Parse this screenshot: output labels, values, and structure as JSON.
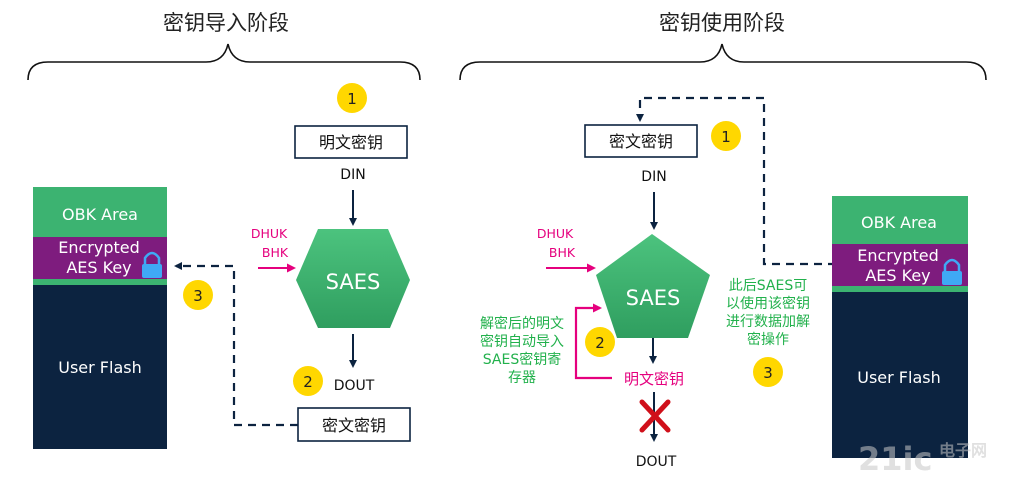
{
  "phases": {
    "import_title": "密钥导入阶段",
    "use_title": "密钥使用阶段"
  },
  "left": {
    "plaintext_key": "明文密钥",
    "din": "DIN",
    "dhuk": "DHUK",
    "bhk": "BHK",
    "saes": "SAES",
    "dout": "DOUT",
    "ciphertext_key": "密文密钥",
    "obk_area": "OBK Area",
    "encrypted_line1": "Encrypted",
    "encrypted_line2": "AES Key",
    "user_flash": "User Flash",
    "step1": "1",
    "step2": "2",
    "step3": "3"
  },
  "right": {
    "ciphertext_key": "密文密钥",
    "din": "DIN",
    "dhuk": "DHUK",
    "bhk": "BHK",
    "saes": "SAES",
    "plaintext_key": "明文密钥",
    "dout": "DOUT",
    "obk_area": "OBK Area",
    "encrypted_line1": "Encrypted",
    "encrypted_line2": "AES Key",
    "user_flash": "User Flash",
    "step1": "1",
    "step2": "2",
    "step3": "3",
    "note_left": [
      "解密后的明文",
      "密钥自动导入",
      "SAES密钥寄",
      "存器"
    ],
    "note_right": [
      "此后SAES可",
      "以使用该密钥",
      "进行数据加解",
      "密操作"
    ]
  },
  "watermark": {
    "brand": "21ic",
    "site": "电子网"
  },
  "colors": {
    "navy": "#0c2340",
    "green": "#3cb371",
    "green_dark": "#2e9b5b",
    "purple": "#7e1c7e",
    "magenta": "#e5007e",
    "yellow": "#ffd700",
    "text_green": "#22b14c",
    "text_magenta": "#e5007e"
  }
}
